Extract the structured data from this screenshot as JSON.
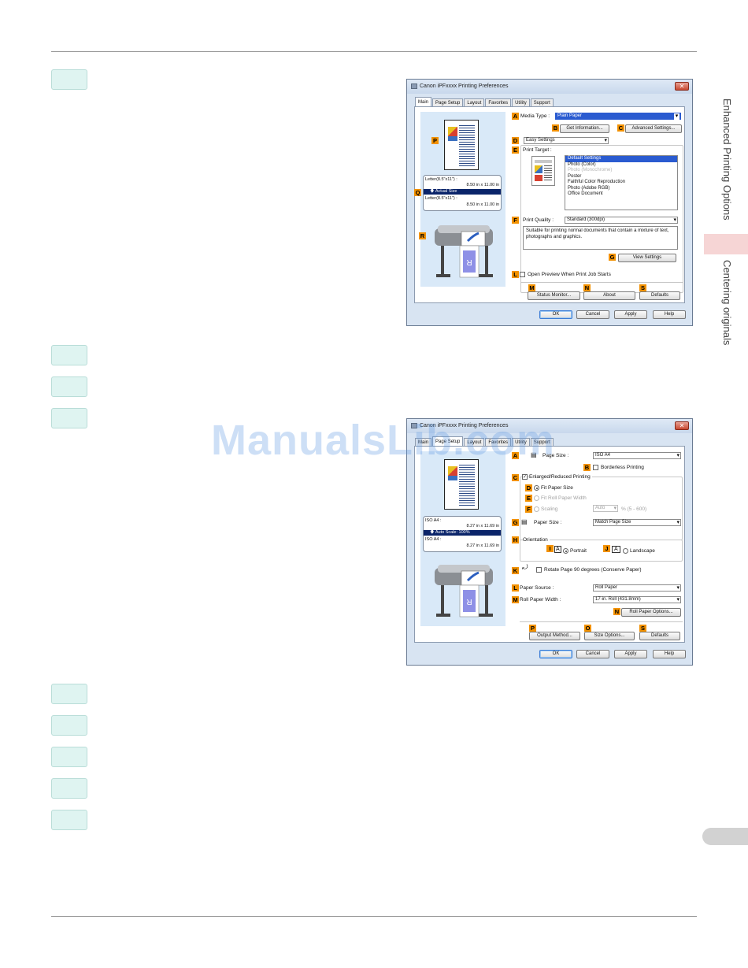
{
  "sidebar": {
    "section": "Enhanced Printing Options",
    "subsection": "Centering originals"
  },
  "watermark": "ManualsLib.com",
  "colors": {
    "label_orange": "#f29100",
    "step_fill": "#dff4f1",
    "side_tab": "#f6d5d5",
    "selection_blue": "#2a5bd0"
  },
  "dialog1": {
    "title": "Canon iPFxxxx Printing Preferences",
    "tabs": [
      "Main",
      "Page Setup",
      "Layout",
      "Favorites",
      "Utility",
      "Support"
    ],
    "labels": {
      "A": "A",
      "B": "B",
      "C": "C",
      "D": "D",
      "E": "E",
      "F": "F",
      "G": "G",
      "L": "L",
      "M": "M",
      "N": "N",
      "S": "S",
      "P": "P",
      "Q": "Q",
      "R": "R"
    },
    "media_type_label": "Media Type :",
    "media_type_value": "Plain Paper",
    "get_information": "Get Information...",
    "advanced_settings": "Advanced Settings...",
    "easy_settings": "Easy Settings",
    "print_target_label": "Print Target :",
    "print_targets": [
      "Default Settings",
      "Photo (Color)",
      "Photo (Monochrome)",
      "Poster",
      "Faithful Color Reproduction",
      "Photo (Adobe RGB)",
      "Office Document"
    ],
    "print_quality_label": "Print Quality :",
    "print_quality_value": "Standard (300dpi)",
    "description": "Suitable for printing normal documents that contain a mixture of text, photographs and graphics.",
    "view_settings": "View Settings",
    "open_preview": "Open Preview When Print Job Starts",
    "status_monitor": "Status Monitor...",
    "about": "About",
    "defaults": "Defaults",
    "ok": "OK",
    "cancel": "Cancel",
    "apply": "Apply",
    "help": "Help",
    "size_top_name": "Letter(8.5\"x11\") :",
    "size_top_dims": "8.50 in x 11.00 in",
    "size_mode": "Actual Size",
    "size_bottom_name": "Letter(8.5\"x11\") :",
    "size_bottom_dims": "8.50 in x 11.00 in"
  },
  "dialog2": {
    "title": "Canon iPFxxxx Printing Preferences",
    "tabs": [
      "Main",
      "Page Setup",
      "Layout",
      "Favorites",
      "Utility",
      "Support"
    ],
    "labels": {
      "A": "A",
      "B": "B",
      "C": "C",
      "D": "D",
      "E": "E",
      "F": "F",
      "G": "G",
      "H": "H",
      "I": "I",
      "J": "J",
      "K": "K",
      "L": "L",
      "M": "M",
      "N": "N",
      "O": "O",
      "P": "P",
      "S": "S"
    },
    "page_size_label": "Page Size :",
    "page_size_value": "ISO A4",
    "borderless": "Borderless Printing",
    "enlarged": "Enlarged/Reduced Printing",
    "fit_paper": "Fit Paper Size",
    "fit_roll": "Fit Roll Paper Width",
    "scaling": "Scaling",
    "scaling_value": "Auto",
    "scaling_range": "% (5 - 600)",
    "paper_size_label": "Paper Size :",
    "paper_size_value": "Match Page Size",
    "orientation": "Orientation",
    "portrait": "Portrait",
    "landscape": "Landscape",
    "rotate": "Rotate Page 90 degrees (Conserve Paper)",
    "paper_source_label": "Paper Source :",
    "paper_source_value": "Roll Paper",
    "roll_width_label": "Roll Paper Width :",
    "roll_width_value": "17-in. Roll (431.8mm)",
    "roll_options": "Roll Paper Options...",
    "output_method": "Output Method...",
    "size_options": "Size Options...",
    "defaults": "Defaults",
    "ok": "OK",
    "cancel": "Cancel",
    "apply": "Apply",
    "help": "Help",
    "size_top_name": "ISO A4 :",
    "size_top_dims": "8.27 in x 11.69 in",
    "size_mode": "Auto Scale: 100%",
    "size_bottom_name": "ISO A4 :",
    "size_bottom_dims": "8.27 in x 11.69 in"
  }
}
